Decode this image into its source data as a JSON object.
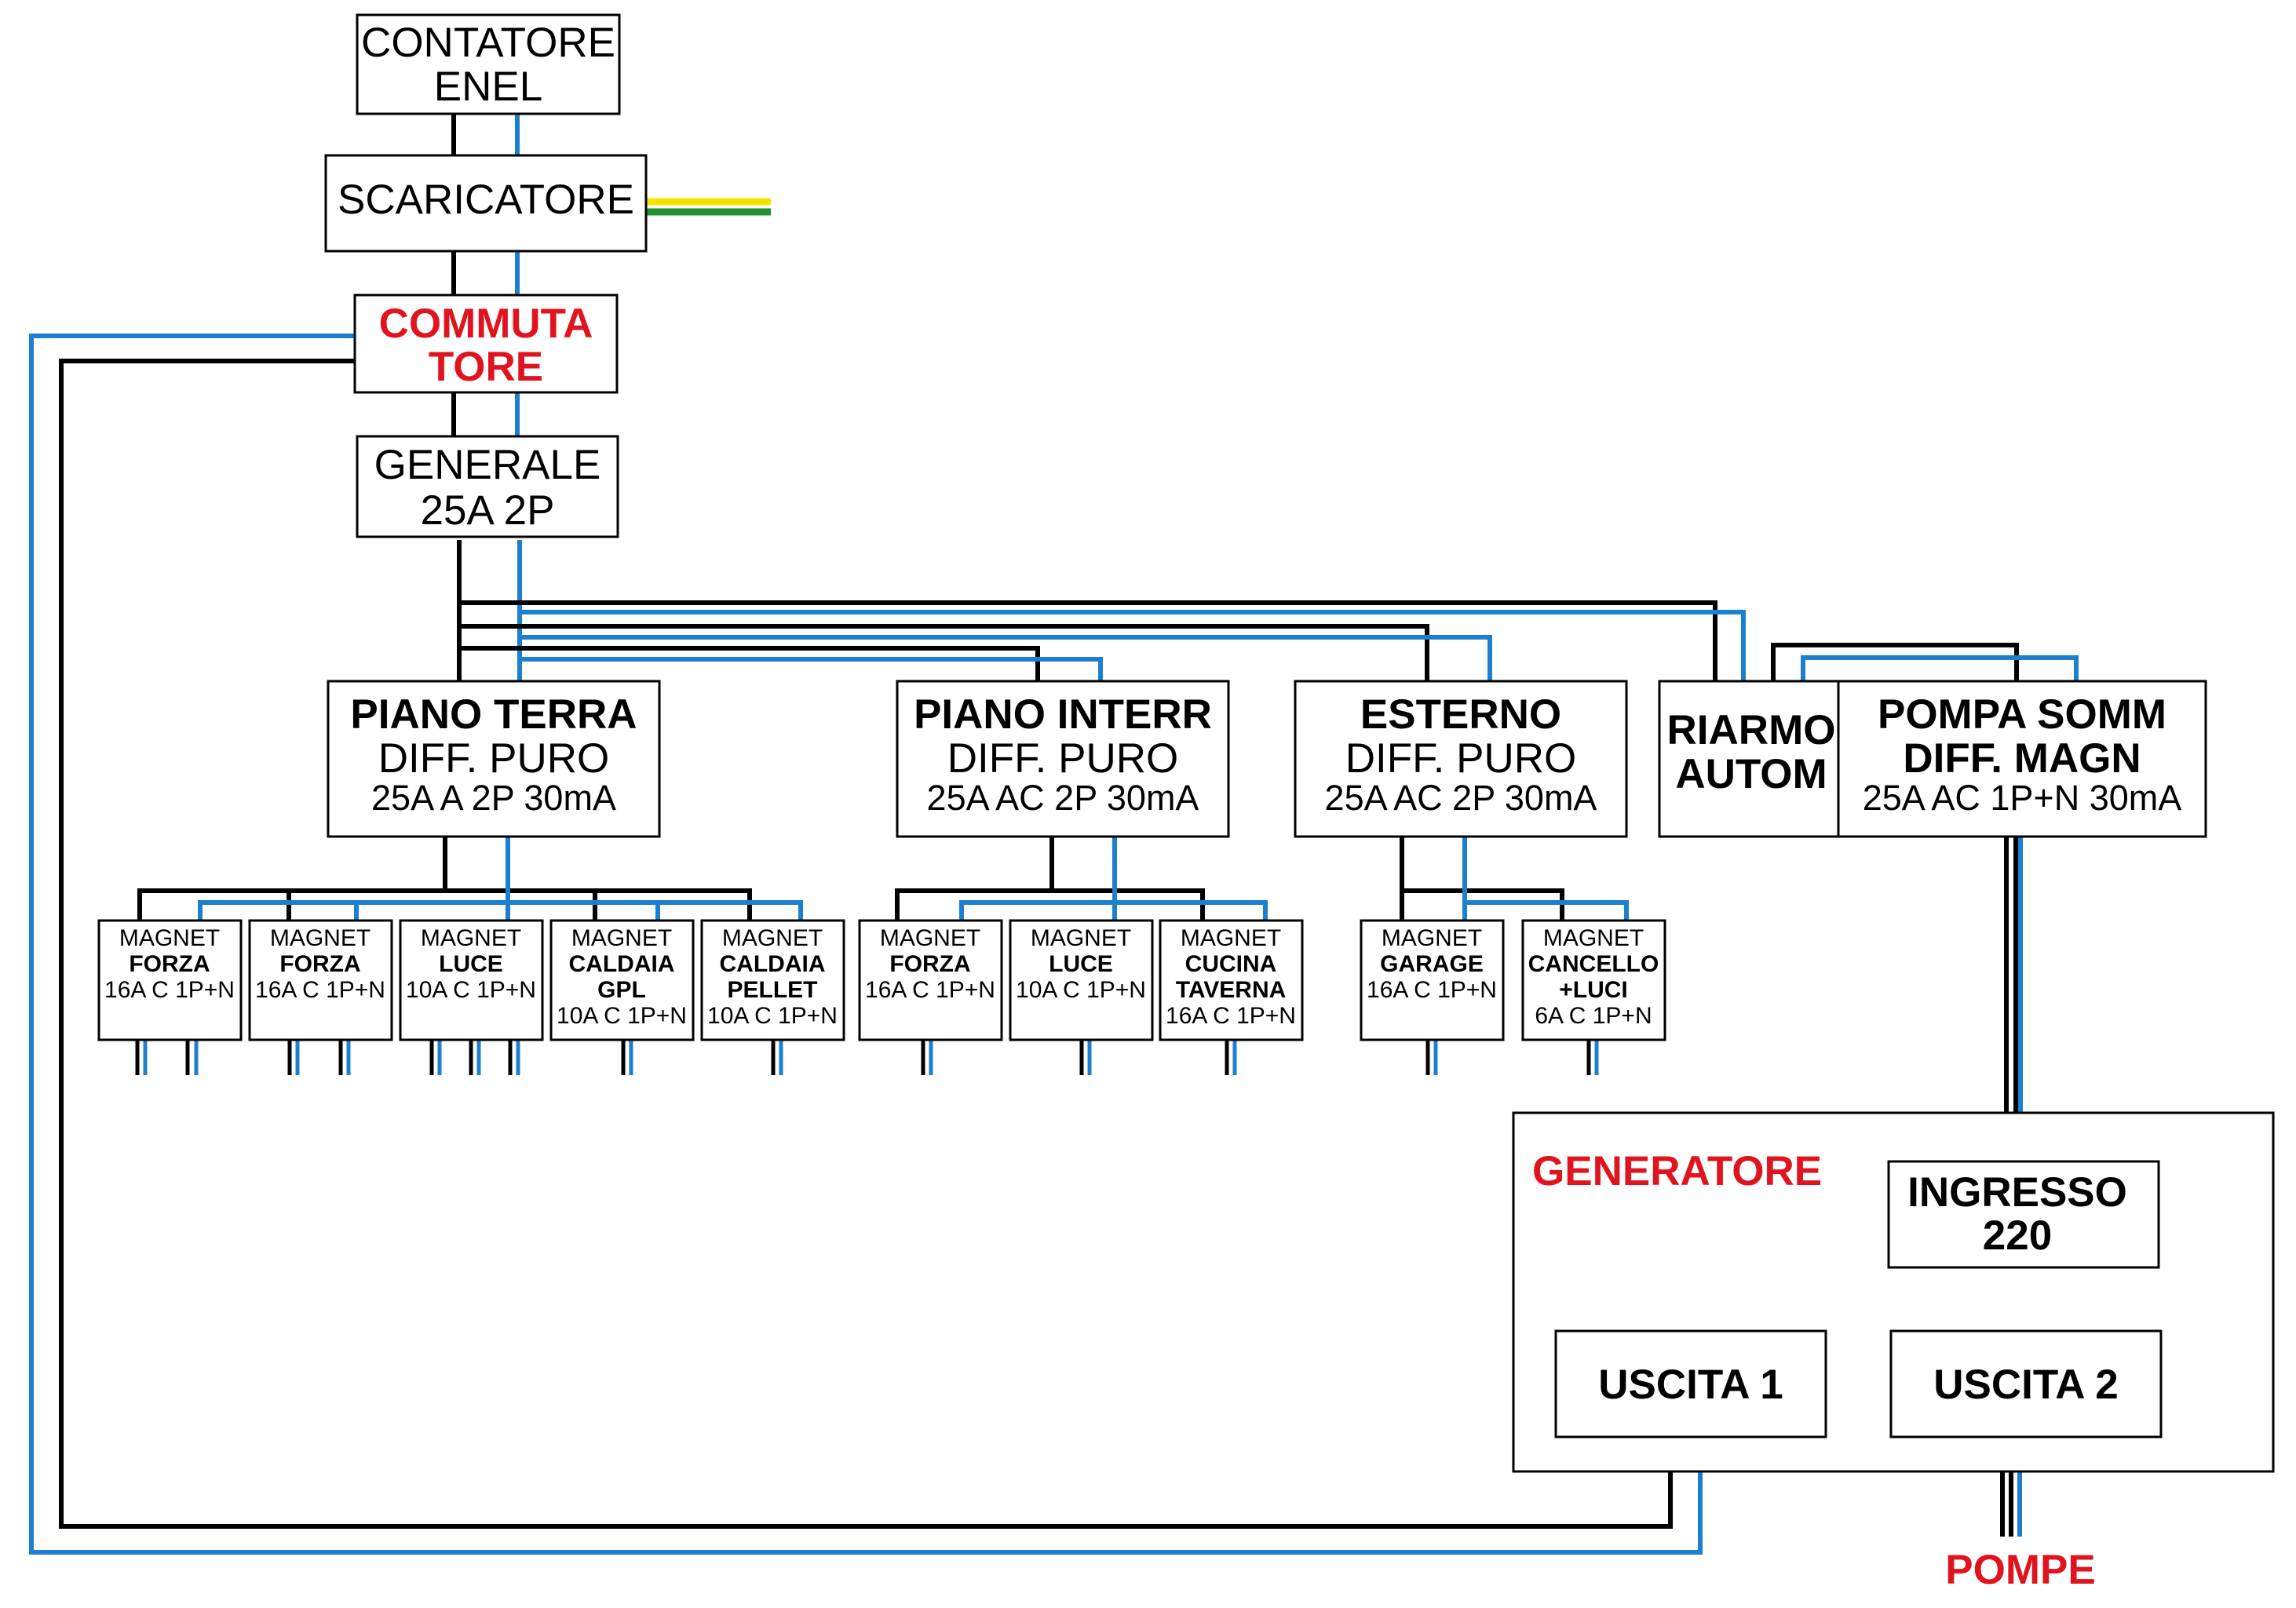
{
  "colors": {
    "phase": "#000000",
    "neutral": "#1c7fd0",
    "earth_yellow": "#f2e600",
    "earth_green": "#1f8f2f",
    "highlight": "#e0141e"
  },
  "top": {
    "contatore": [
      "CONTATORE",
      "ENEL"
    ],
    "scaricatore": "SCARICATORE",
    "commutatore": [
      "COMMUTA",
      "TORE"
    ],
    "generale": [
      "GENERALE",
      "25A 2P"
    ]
  },
  "groups": [
    {
      "lines": [
        "PIANO TERRA",
        "DIFF. PURO",
        "25A A 2P 30mA"
      ]
    },
    {
      "lines": [
        "PIANO INTERR",
        "DIFF. PURO",
        "25A AC 2P 30mA"
      ]
    },
    {
      "lines": [
        "ESTERNO",
        "DIFF. PURO",
        "25A AC 2P 30mA"
      ]
    },
    {
      "lines": [
        "RIARMO",
        "AUTOM"
      ]
    },
    {
      "lines": [
        "POMPA SOMM",
        "DIFF. MAGN",
        "25A AC 1P+N 30mA"
      ]
    }
  ],
  "breakers": [
    {
      "lines": [
        "MAGNET",
        "FORZA",
        "16A C 1P+N"
      ]
    },
    {
      "lines": [
        "MAGNET",
        "FORZA",
        "16A C 1P+N"
      ]
    },
    {
      "lines": [
        "MAGNET",
        "LUCE",
        "10A C 1P+N"
      ]
    },
    {
      "lines": [
        "MAGNET",
        "CALDAIA",
        "GPL",
        "10A C 1P+N"
      ]
    },
    {
      "lines": [
        "MAGNET",
        "CALDAIA",
        "PELLET",
        "10A C 1P+N"
      ]
    },
    {
      "lines": [
        "MAGNET",
        "FORZA",
        "16A C 1P+N"
      ]
    },
    {
      "lines": [
        "MAGNET",
        "LUCE",
        "10A C 1P+N"
      ]
    },
    {
      "lines": [
        "MAGNET",
        "CUCINA",
        "TAVERNA",
        "16A C 1P+N"
      ]
    },
    {
      "lines": [
        "MAGNET",
        "GARAGE",
        "16A C 1P+N"
      ]
    },
    {
      "lines": [
        "MAGNET",
        "CANCELLO",
        "+LUCI",
        "6A C 1P+N"
      ]
    }
  ],
  "generator": {
    "title": "GENERATORE",
    "ingresso": [
      "INGRESSO",
      "220"
    ],
    "uscita1": "USCITA 1",
    "uscita2": "USCITA 2"
  },
  "pompe": "POMPE"
}
